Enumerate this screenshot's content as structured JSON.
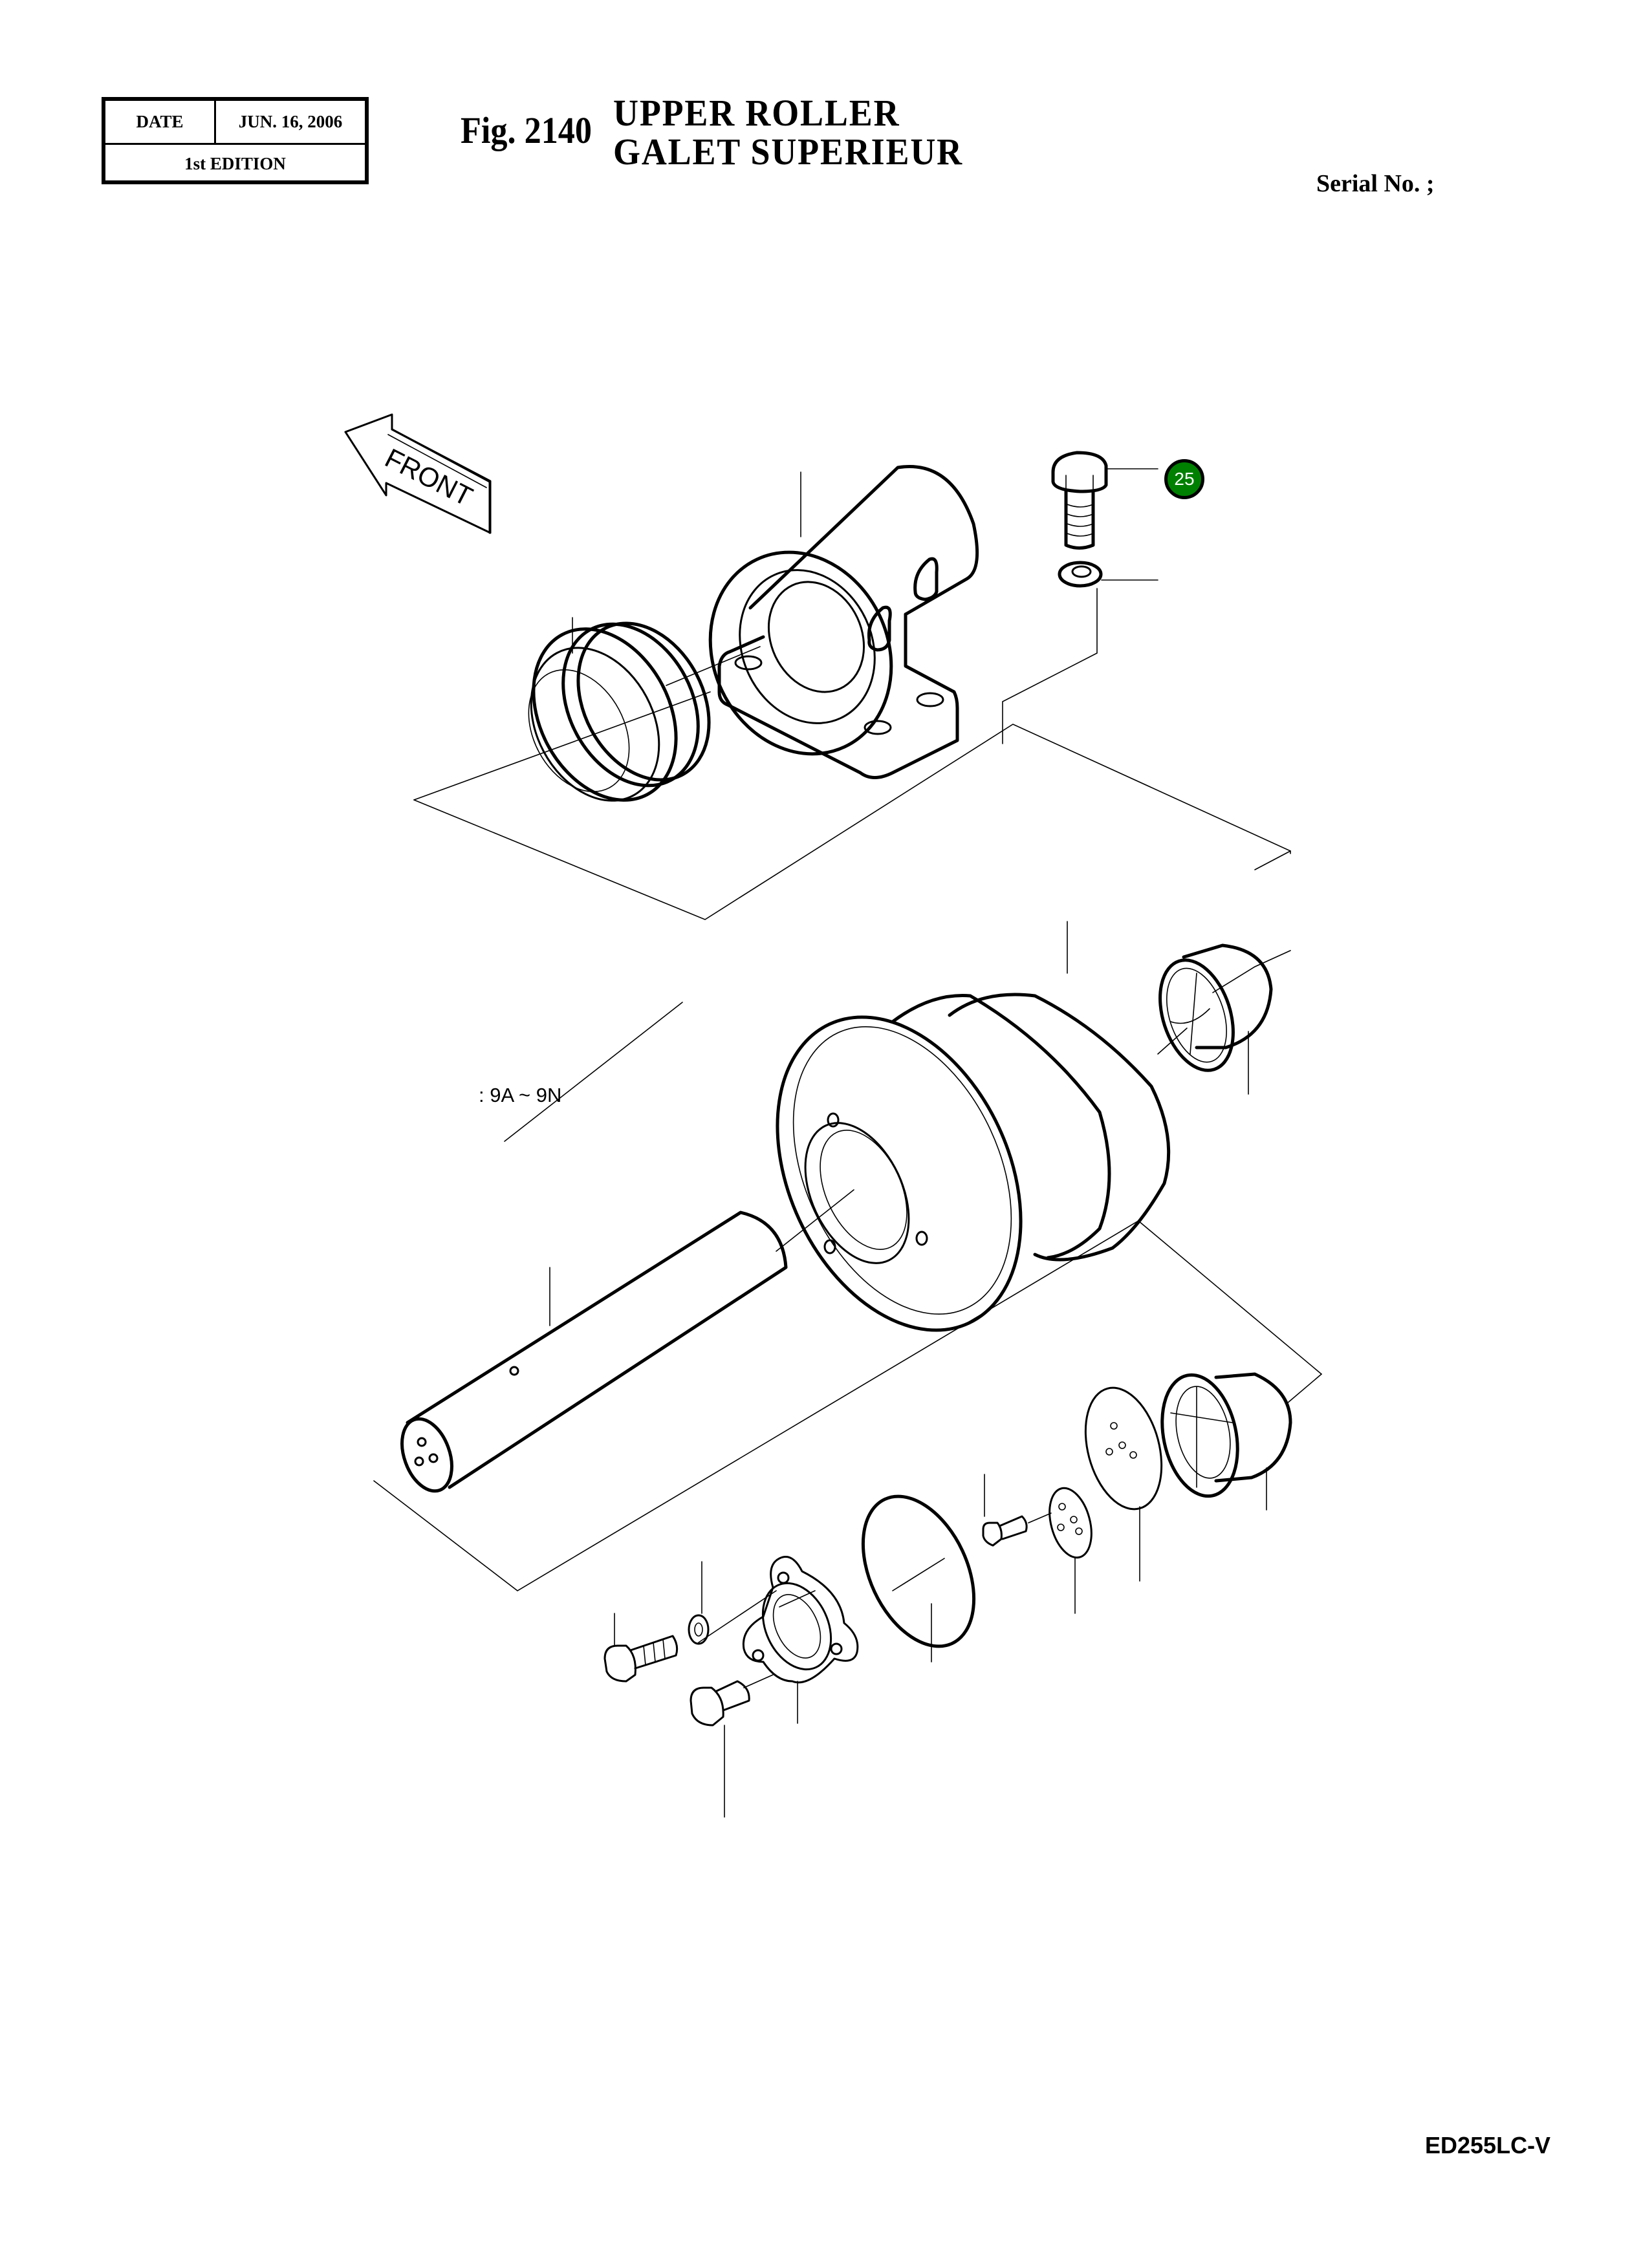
{
  "header": {
    "date_label": "DATE",
    "date_value": "JUN. 16, 2006",
    "edition": "1st EDITION",
    "figure_number": "Fig. 2140",
    "title_line1": "UPPER ROLLER",
    "title_line2": "GALET SUPERIEUR",
    "serial_label": "Serial No. ;"
  },
  "diagram": {
    "front_arrow_label": "FRONT",
    "range_note": ": 9A ~ 9N",
    "callouts": [
      {
        "number": "25",
        "color": "#008000",
        "text_color": "#ffffff",
        "target": "hex bolt"
      }
    ],
    "parts": [
      "bracket",
      "hex-bolt",
      "spring-washer",
      "seal-ring",
      "roller",
      "bushing-front",
      "shaft",
      "bushing-rear",
      "thrust-plate",
      "lock-plate",
      "small-bolt",
      "o-ring",
      "cover",
      "cover-bolt",
      "cover-washer",
      "plug"
    ]
  },
  "footer": {
    "model": "ED255LC-V"
  }
}
